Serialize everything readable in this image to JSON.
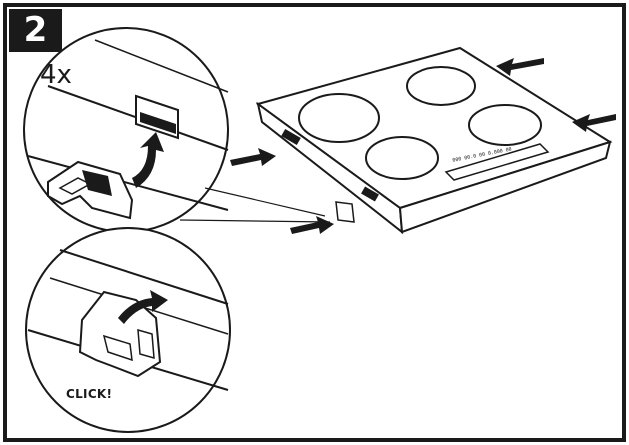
{
  "step_number": "2",
  "quantity_label": "4x",
  "click_label": "CLICK!",
  "display_text": "000 00.0 00 0.000 00",
  "colors": {
    "line": "#1a1a1a",
    "badge_bg": "#1a1a1a",
    "badge_text": "#ffffff",
    "background": "#ffffff"
  }
}
